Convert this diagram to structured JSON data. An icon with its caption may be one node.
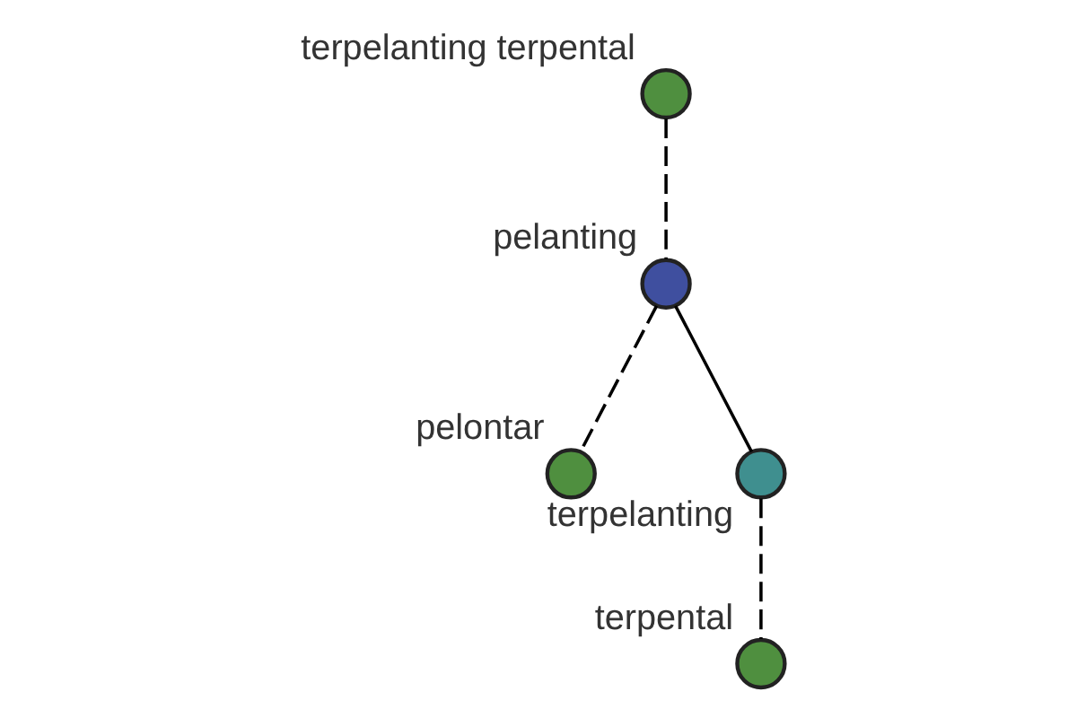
{
  "diagram": {
    "nodes": [
      {
        "text": [
          "terpelanting terpental"
        ]
      },
      {
        "text": [
          "pelanting"
        ]
      },
      {
        "text": [
          "pelontar"
        ]
      },
      {
        "text": [
          "terpelanting"
        ]
      },
      {
        "text": [
          "terpental"
        ]
      }
    ],
    "edges": [
      {
        "from": 0,
        "to": 1,
        "arrow": "none",
        "style": "dashed"
      },
      {
        "from": 1,
        "to": 2,
        "arrow": "none",
        "style": "dashed"
      },
      {
        "from": 1,
        "to": 3,
        "arrow": "none"
      },
      {
        "from": 3,
        "to": 4,
        "arrow": "none",
        "style": "dashed"
      }
    ]
  }
}
